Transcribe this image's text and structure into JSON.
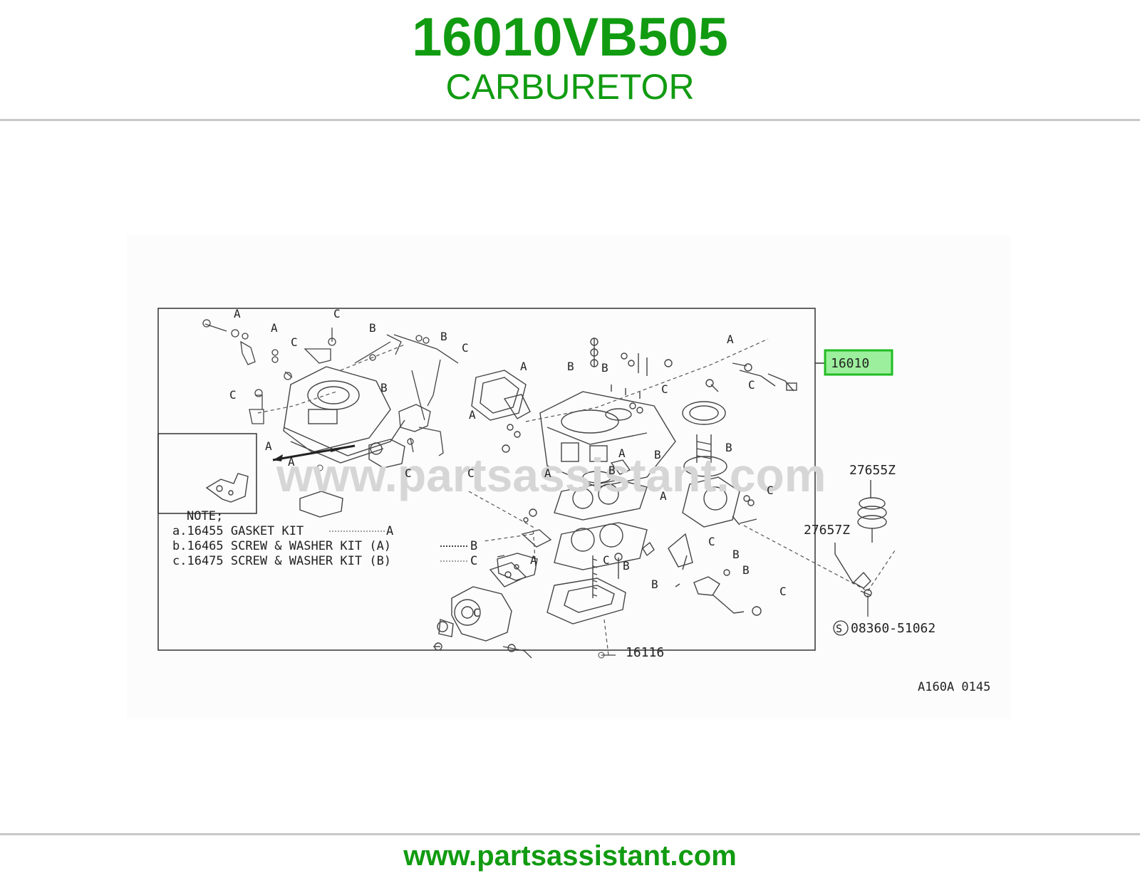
{
  "header": {
    "part_number": "16010VB505",
    "description": "CARBURETOR"
  },
  "diagram": {
    "highlight_callout": "16010",
    "callouts": [
      "27655Z",
      "27657Z",
      "08360-51062",
      "16116"
    ],
    "standard_part_symbol": "S",
    "notes_title": "NOTE;",
    "notes": [
      "a.16455 GASKET KIT",
      "b.16465 SCREW & WASHER KIT (A)",
      "c.16475 SCREW & WASHER KIT (B)"
    ],
    "note_letters": [
      "A",
      "B",
      "C"
    ],
    "ref_code": "A160A 0145",
    "watermark": "www.partsassistant.com",
    "highlight_color": "#9cef9c",
    "highlight_border": "#22bb22"
  },
  "footer": {
    "url": "www.partsassistant.com"
  },
  "colors": {
    "brand_green": "#119b11",
    "rule_gray": "#c8c8c8"
  }
}
